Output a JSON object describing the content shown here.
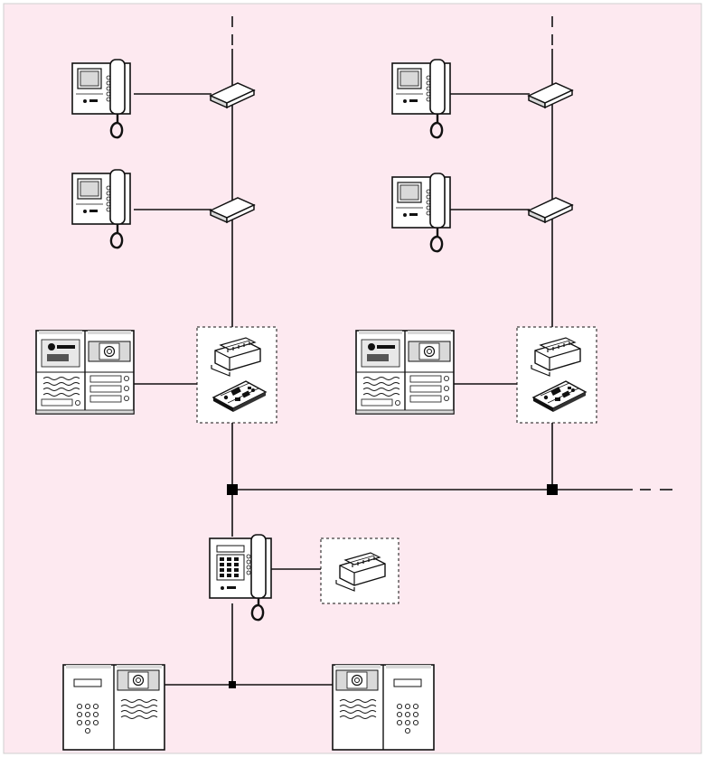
{
  "colors": {
    "background": "#fde9f0",
    "border": "#cfcfcf",
    "line": "#111111",
    "device_fill": "#ffffff",
    "device_shade": "#d9d9d9",
    "screen": "#f2f2f2",
    "junction": "#000000"
  },
  "diagram": {
    "description_kind": "video door-entry system wiring schematic",
    "risers": [
      {
        "name": "riser-left",
        "monitors": [
          "video-monitor",
          "video-monitor"
        ],
        "splitters": 2,
        "entrance_panel": "video-entrance-panel",
        "interface": [
          "power-supply-module",
          "control-board"
        ]
      },
      {
        "name": "riser-right",
        "monitors": [
          "video-monitor",
          "video-monitor"
        ],
        "splitters": 2,
        "entrance_panel": "video-entrance-panel",
        "interface": [
          "power-supply-module",
          "control-board"
        ]
      }
    ],
    "main_bus": {
      "continues": true
    },
    "concierge": {
      "device": "concierge-handset-station",
      "module": "power-supply-module"
    },
    "main_entrance_panels": 2
  }
}
